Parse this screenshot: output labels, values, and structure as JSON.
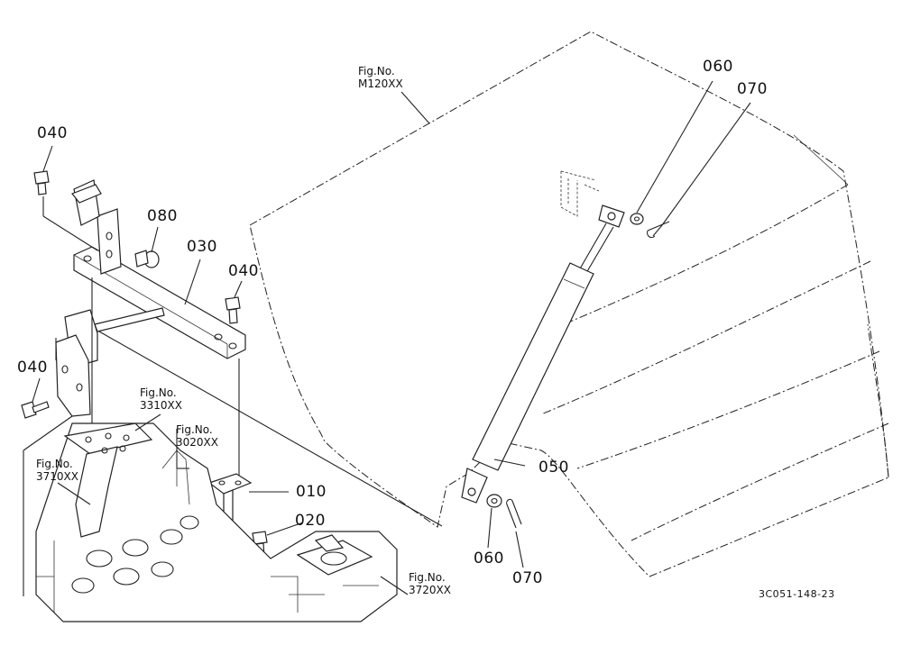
{
  "parts": {
    "p010": "010",
    "p020": "020",
    "p030": "030",
    "p040_top": "040",
    "p040_mid": "040",
    "p040_left": "040",
    "p050": "050",
    "p060_top": "060",
    "p060_bottom": "060",
    "p070_top": "070",
    "p070_bottom": "070",
    "p080": "080"
  },
  "figure_refs": {
    "m120": {
      "line1": "Fig.No.",
      "line2": "M120XX"
    },
    "r3310": {
      "line1": "Fig.No.",
      "line2": "3310XX"
    },
    "r3020": {
      "line1": "Fig.No.",
      "line2": "3020XX"
    },
    "r3710": {
      "line1": "Fig.No.",
      "line2": "3710XX"
    },
    "r3720": {
      "line1": "Fig.No.",
      "line2": "3720XX"
    }
  },
  "drawing_code": "3C051-148-23"
}
